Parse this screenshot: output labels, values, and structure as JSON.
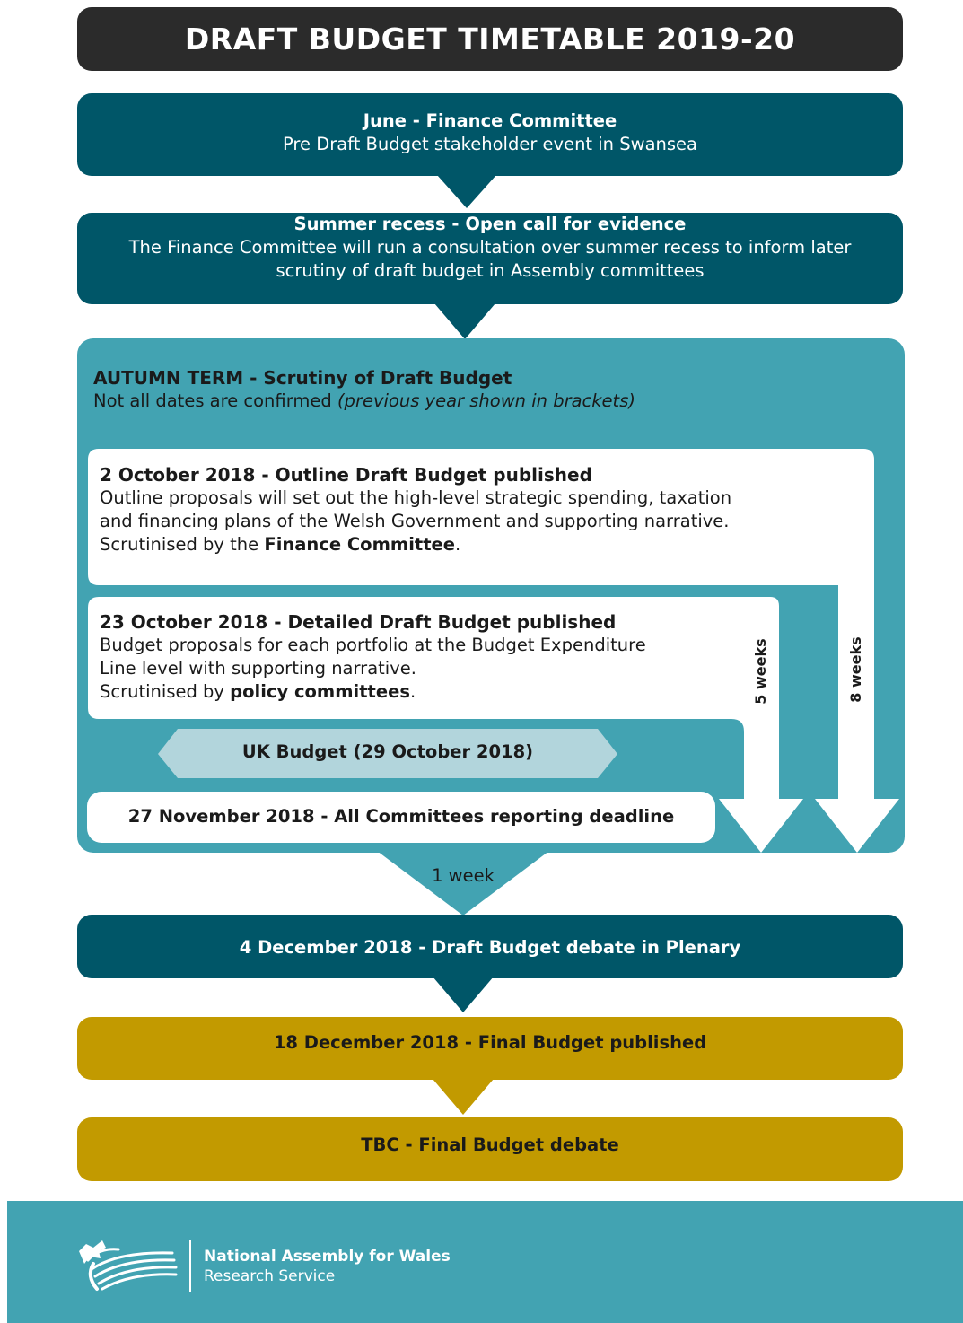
{
  "title": "DRAFT BUDGET TIMETABLE 2019-20",
  "june": {
    "heading": "June - Finance Committee",
    "text": "Pre Draft Budget stakeholder event in Swansea"
  },
  "summer": {
    "heading": "Summer recess - Open call for evidence",
    "line1": "The Finance Committee will run a consultation over summer recess to inform later",
    "line2": "scrutiny of draft budget in Assembly committees"
  },
  "autumn": {
    "heading": "AUTUMN TERM - Scrutiny of Draft Budget",
    "note_plain": "Not all dates are confirmed ",
    "note_italic": "(previous year shown in brackets)",
    "outline": {
      "heading": "2 October 2018 - Outline Draft Budget published",
      "line1": "Outline proposals will set out the high-level strategic spending, taxation",
      "line2": "and financing plans of the Welsh Government and supporting narrative.",
      "scrutinised_prefix": "Scrutinised by the ",
      "scrutinised_bold": "Finance Committee",
      "scrutinised_suffix": "."
    },
    "detailed": {
      "heading": "23 October 2018 - Detailed Draft Budget published",
      "line1": "Budget proposals for each portfolio at the Budget Expenditure",
      "line2": "Line level with supporting narrative.",
      "scrutinised_prefix": "Scrutinised by ",
      "scrutinised_bold": "policy committees",
      "scrutinised_suffix": "."
    },
    "uk_budget": "UK Budget (29 October 2018)",
    "deadline": "27 November 2018 - All Committees reporting deadline",
    "five_weeks": "5 weeks",
    "eight_weeks": "8 weeks"
  },
  "one_week": "1 week",
  "plenary_debate": "4 December 2018 - Draft Budget debate in Plenary",
  "final_published": "18 December 2018 - Final Budget published",
  "final_debate": "TBC - Final Budget debate",
  "footer": {
    "org": "National Assembly for Wales",
    "service": "Research Service"
  },
  "colors": {
    "dark_teal": "#005668",
    "light_teal": "#42a3b2",
    "pale_teal": "#b2d5dc",
    "gold": "#c29a00",
    "title_bg": "#2b2b2b"
  }
}
